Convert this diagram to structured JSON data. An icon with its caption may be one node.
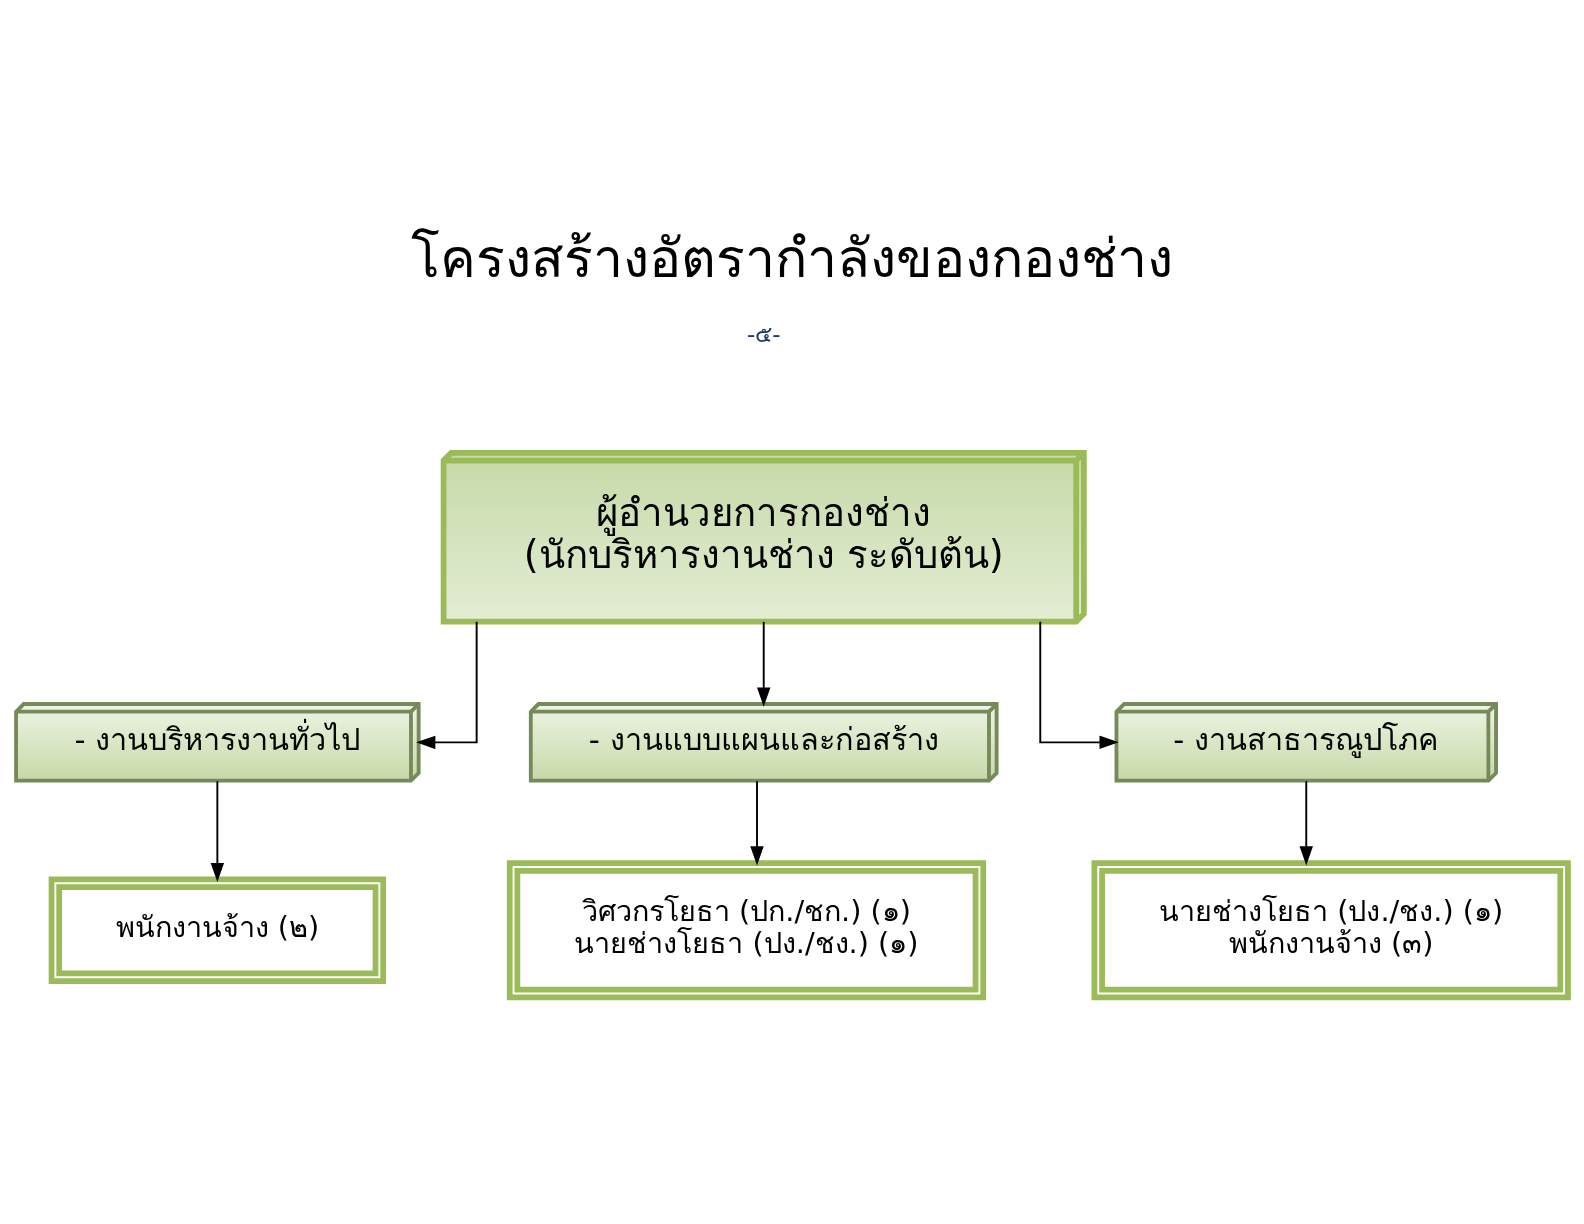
{
  "diagram": {
    "title": "โครงสร้างอัตรากำลังของกองช่าง",
    "nodes": [
      {
        "text": [
          "ผู้อำนวยการกองช่าง",
          "(นักบริหารงานช่าง ระดับต้น)"
        ]
      },
      {
        "text": [
          "- งานบริหารงานทั่วไป"
        ]
      },
      {
        "text": [
          "- งานแบบแผนและก่อสร้าง"
        ]
      },
      {
        "text": [
          "- งานสาธารณูปโภค"
        ]
      },
      {
        "text": [
          "พนักงานจ้าง (๒)"
        ]
      },
      {
        "text": [
          "วิศวกรโยธา (ปก./ชก.) (๑)",
          "นายช่างโยธา (ปง./ชง.) (๑)"
        ]
      },
      {
        "text": [
          "นายช่างโยธา (ปง./ชง.) (๑)",
          "พนักงานจ้าง (๓)"
        ]
      }
    ],
    "edges": [
      {
        "from": 0,
        "to": 1,
        "arrow": "to"
      },
      {
        "from": 0,
        "to": 2,
        "arrow": "to"
      },
      {
        "from": 0,
        "to": 3,
        "arrow": "to"
      },
      {
        "from": 1,
        "to": 4,
        "arrow": "to"
      },
      {
        "from": 2,
        "to": 5,
        "arrow": "to"
      },
      {
        "from": 3,
        "to": 6,
        "arrow": "to"
      }
    ],
    "labels": [
      "-๕-"
    ]
  }
}
